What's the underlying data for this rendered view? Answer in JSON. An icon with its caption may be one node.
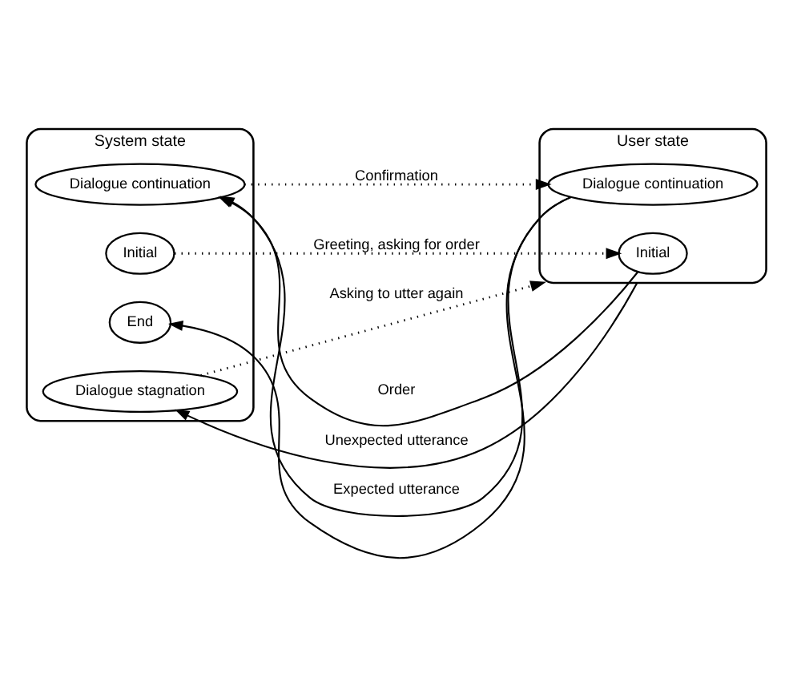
{
  "diagram": {
    "nodes": [
      {
        "text": [
          "System state"
        ]
      },
      {
        "text": [
          "Initial"
        ],
        "in": 0
      },
      {
        "text": [
          "Dialogue continuation"
        ],
        "in": 0
      },
      {
        "text": [
          "End"
        ],
        "in": 0
      },
      {
        "text": [
          "Dialogue stagnation"
        ],
        "in": 0
      },
      {
        "text": [
          "User state"
        ]
      },
      {
        "text": [
          "Initial"
        ],
        "in": 5
      },
      {
        "text": [
          "Dialogue continuation"
        ],
        "in": 5
      }
    ],
    "edges": [
      {
        "from": 1,
        "to": 6,
        "arrow": "to",
        "label": "Greeting, asking for order",
        "style": "dashed"
      },
      {
        "from": 6,
        "to": 2,
        "arrow": "to",
        "label": "Order"
      },
      {
        "from": 7,
        "to": 2,
        "arrow": "to",
        "label": "Expected utterance"
      },
      {
        "from": 2,
        "to": 7,
        "arrow": "to",
        "label": "Confirmation",
        "style": "dashed"
      },
      {
        "from": 7,
        "to": 3,
        "arrow": "to"
      },
      {
        "from": 4,
        "to": 5,
        "arrow": "to",
        "label": "Asking to utter again",
        "style": "dashed"
      },
      {
        "from": 5,
        "to": 4,
        "arrow": "to",
        "label": "Unexpected utterance"
      }
    ]
  }
}
